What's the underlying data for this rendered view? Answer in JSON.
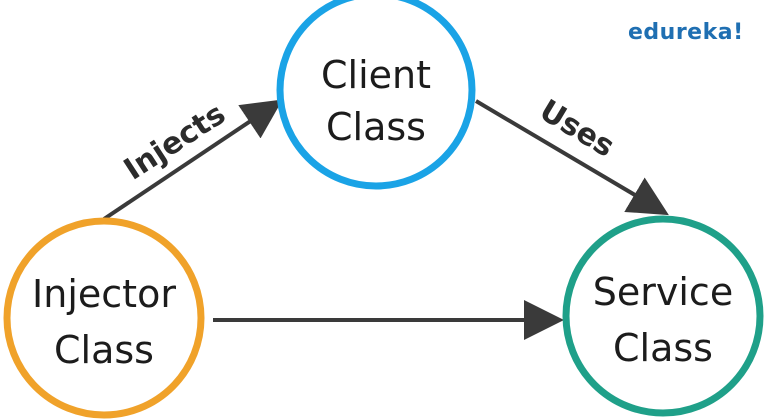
{
  "logo": {
    "text": "edureka!",
    "color": "#1f6fb2"
  },
  "nodes": {
    "client": {
      "line1": "Client",
      "line2": "Class",
      "stroke": "#1aa3e6"
    },
    "injector": {
      "line1": "Injector",
      "line2": "Class",
      "stroke": "#f0a22a"
    },
    "service": {
      "line1": "Service",
      "line2": "Class",
      "stroke": "#1fa089"
    }
  },
  "edges": {
    "injects": {
      "label": "Injects"
    },
    "uses": {
      "label": "Uses"
    },
    "injector_to_service": {
      "label": ""
    }
  },
  "colors": {
    "arrow": "#3a3a3a",
    "text": "#1c1c1c"
  }
}
